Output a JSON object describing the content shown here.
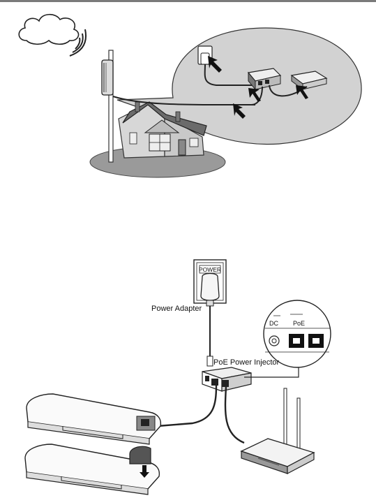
{
  "labels": {
    "power_socket": "POWER",
    "power_adapter": "Power Adapter",
    "poe_injector": "PoE Power Injector",
    "port_dc": "DC",
    "port_poe": "PoE"
  }
}
